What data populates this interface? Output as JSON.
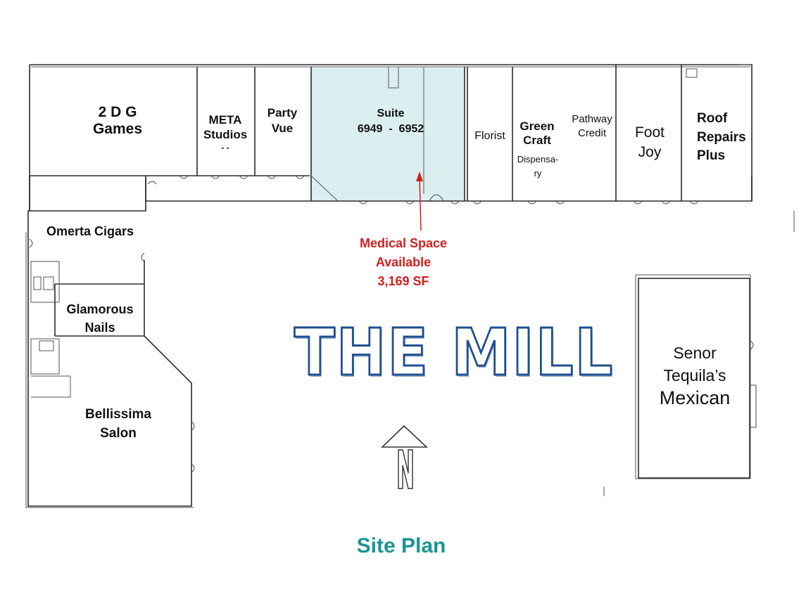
{
  "plan_title": "THE MILL",
  "footer_label": "Site Plan",
  "north_label": "N",
  "available": {
    "line1": "Medical Space",
    "line2": "Available",
    "line3": "3,169 SF"
  },
  "tenants": {
    "games": [
      "2 D G",
      "Games"
    ],
    "meta": [
      "META",
      "Studios",
      "- -"
    ],
    "party": [
      "Party",
      "Vue"
    ],
    "suite": [
      "Suite",
      "6949  -  6952"
    ],
    "florist": [
      "Florist"
    ],
    "greencraft": [
      "Green",
      "Craft"
    ],
    "greencraft_sub": [
      "Dispensa-",
      "ry"
    ],
    "pathway": [
      "Pathway",
      "Credit"
    ],
    "footjoy": [
      "Foot",
      "Joy"
    ],
    "roof": [
      "Roof",
      "Repairs",
      "Plus"
    ],
    "omerta": [
      "Omerta Cigars"
    ],
    "glamorous": [
      "Glamorous",
      "Nails"
    ],
    "bellissima": [
      "Bellissima",
      "Salon"
    ],
    "senor": [
      "Senor",
      "Tequila’s"
    ],
    "senor_mexican": [
      "Mexican"
    ]
  },
  "colors": {
    "suite_fill": "#dbeef0",
    "available_text": "#d0201e",
    "footer_text": "#1a9490",
    "mill_outline": "#1f4f8f"
  }
}
